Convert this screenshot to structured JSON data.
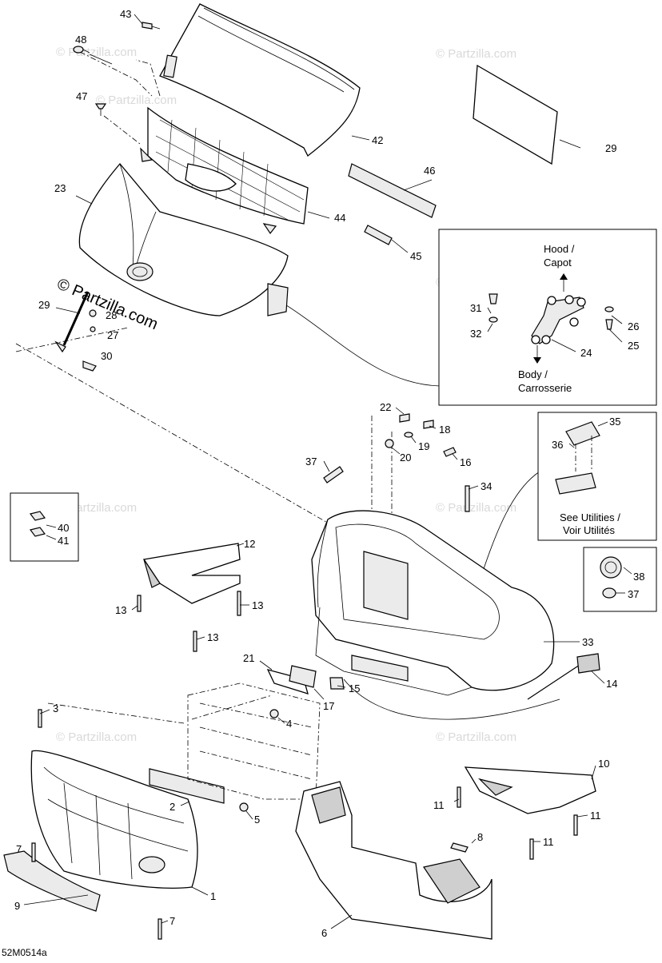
{
  "diagram_id": "52M0514a",
  "watermark": "© Partzilla.com",
  "callouts": {
    "c1": "1",
    "c2": "2",
    "c3": "3",
    "c4": "4",
    "c5": "5",
    "c6": "6",
    "c7a": "7",
    "c7b": "7",
    "c8": "8",
    "c9": "9",
    "c10": "10",
    "c11a": "11",
    "c11b": "11",
    "c11c": "11",
    "c12": "12",
    "c13a": "13",
    "c13b": "13",
    "c13c": "13",
    "c14": "14",
    "c15": "15",
    "c16": "16",
    "c17": "17",
    "c18": "18",
    "c19": "19",
    "c20": "20",
    "c21": "21",
    "c22": "22",
    "c23": "23",
    "c24": "24",
    "c25": "25",
    "c26": "26",
    "c27": "27",
    "c28": "28",
    "c29a": "29",
    "c29b": "29",
    "c30": "30",
    "c31": "31",
    "c32": "32",
    "c33": "33",
    "c34": "34",
    "c35": "35",
    "c36": "36",
    "c37a": "37",
    "c37b": "37",
    "c38": "38",
    "c40": "40",
    "c41": "41",
    "c42": "42",
    "c43": "43",
    "c44": "44",
    "c45": "45",
    "c46": "46",
    "c47": "47",
    "c48": "48"
  },
  "hinge_box": {
    "hood_label": "Hood /",
    "capot_label": "Capot",
    "body_label": "Body /",
    "carrosserie_label": "Carrosserie"
  },
  "utilities_box": {
    "line1": "See Utilities /",
    "line2": "Voir Utilités"
  }
}
